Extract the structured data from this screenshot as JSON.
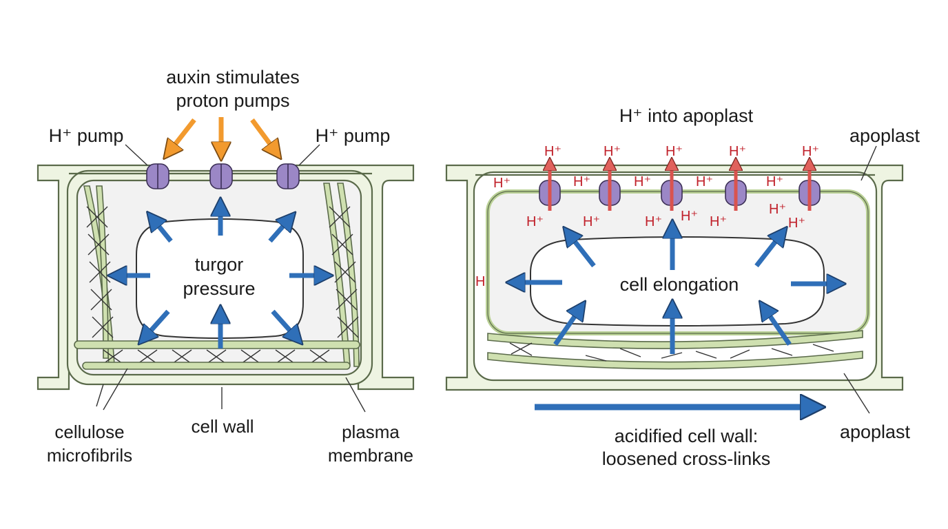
{
  "left": {
    "top_label": [
      "auxin stimulates",
      "proton pumps"
    ],
    "pump_label_left": "H⁺ pump",
    "pump_label_right": "H⁺ pump",
    "center_label": [
      "turgor",
      "pressure"
    ],
    "bottom_labels": {
      "microfibrils": [
        "cellulose",
        "microfibrils"
      ],
      "cell_wall": "cell wall",
      "membrane": [
        "plasma",
        "membrane"
      ]
    }
  },
  "right": {
    "top_label": "H⁺ into apoplast",
    "apoplast_top": "apoplast",
    "apoplast_bottom": "apoplast",
    "center_label": "cell elongation",
    "bottom_label": [
      "acidified cell wall:",
      "loosened cross-links"
    ],
    "proton": "H⁺",
    "stray_h": "H"
  },
  "colors": {
    "blue_arrow": "#2f6fb8",
    "orange_arrow": "#f29a2e",
    "red_arrow": "#d9534f",
    "pump": "#9b87c6",
    "wall_fill": "#eef4e2",
    "proton_text": "#c0202a"
  }
}
